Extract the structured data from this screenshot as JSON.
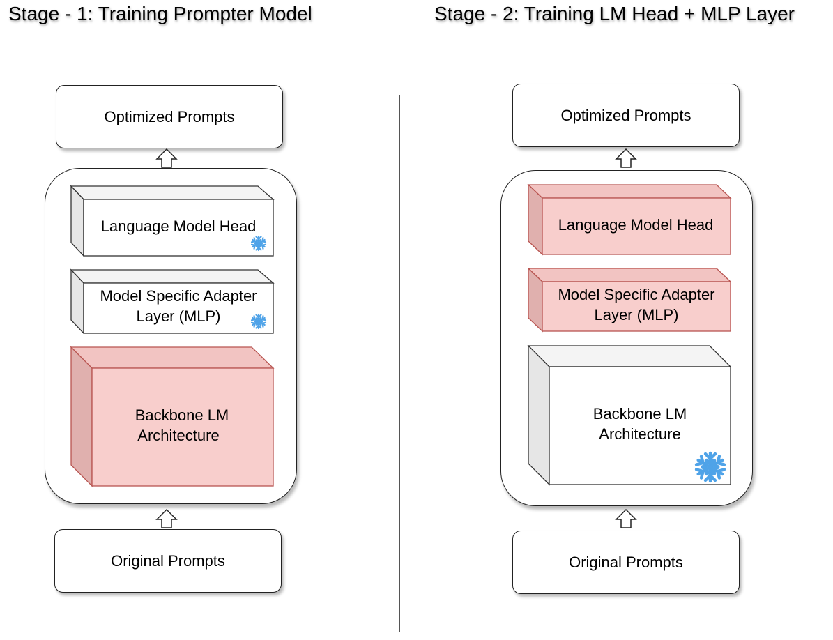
{
  "stage1": {
    "title": "Stage - 1: Training Prompter Model",
    "top_box": "Optimized Prompts",
    "bottom_box": "Original Prompts",
    "lm_head": {
      "label": "Language Model Head",
      "state": "frozen",
      "fill": "#ffffff",
      "side": "#e8e8e8"
    },
    "adapter": {
      "label_line1": "Model Specific Adapter",
      "label_line2": "Layer (MLP)",
      "state": "frozen",
      "fill": "#ffffff",
      "side": "#e8e8e8"
    },
    "backbone": {
      "label_line1": "Backbone LM",
      "label_line2": "Architecture",
      "state": "trainable",
      "fill": "#f8cecc",
      "side": "#e6b4b2"
    }
  },
  "stage2": {
    "title": "Stage - 2: Training LM Head + MLP Layer",
    "top_box": "Optimized Prompts",
    "bottom_box": "Original Prompts",
    "lm_head": {
      "label": "Language Model Head",
      "state": "trainable",
      "fill": "#f8cecc",
      "side": "#e6b4b2"
    },
    "adapter": {
      "label_line1": "Model Specific Adapter",
      "label_line2": "Layer (MLP)",
      "state": "trainable",
      "fill": "#f8cecc",
      "side": "#e6b4b2"
    },
    "backbone": {
      "label_line1": "Backbone LM",
      "label_line2": "Architecture",
      "state": "frozen",
      "fill": "#ffffff",
      "side": "#e8e8e8"
    }
  },
  "icons": {
    "frozen": "snowflake-icon",
    "flow": "hollow-up-arrow-icon",
    "snowflake_color": "#4fa3e8"
  },
  "colors": {
    "trainable_fill": "#f8cecc",
    "trainable_stroke": "#b85450",
    "frozen_fill": "#ffffff",
    "stroke": "#222222"
  }
}
